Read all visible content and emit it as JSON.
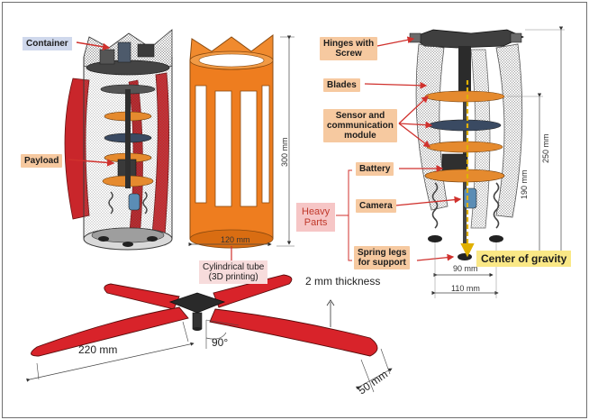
{
  "labels": {
    "container": "Container",
    "payload": "Payload",
    "hinges_line1": "Hinges with",
    "hinges_line2": "Screw",
    "blades": "Blades",
    "sensor_line1": "Sensor and",
    "sensor_line2": "communication",
    "sensor_line3": "module",
    "battery": "Battery",
    "heavy_line1": "Heavy",
    "heavy_line2": "Parts",
    "camera": "Camera",
    "spring_line1": "Spring legs",
    "spring_line2": "for support",
    "center_of_gravity": "Center of gravity",
    "tube_line1": "Cylindrical tube",
    "tube_line2": "(3D printing)"
  },
  "dimensions": {
    "tube_height": "300 mm",
    "tube_width": "120 mm",
    "height_250": "250 mm",
    "height_190": "190 mm",
    "width_90": "90 mm",
    "width_110": "110 mm",
    "thickness": "2 mm thickness",
    "blade_length": "220 mm",
    "angle": "90°",
    "blade_width": "50 mm"
  },
  "colors": {
    "tube_orange": "#ee7d1f",
    "blade_red": "#d8232a",
    "label_orange": "#f6c9a0",
    "label_blue": "#cfd8ec",
    "label_yellow": "#f9e27a",
    "label_pink": "#f6c6c6",
    "leader_red": "#d0312d"
  }
}
